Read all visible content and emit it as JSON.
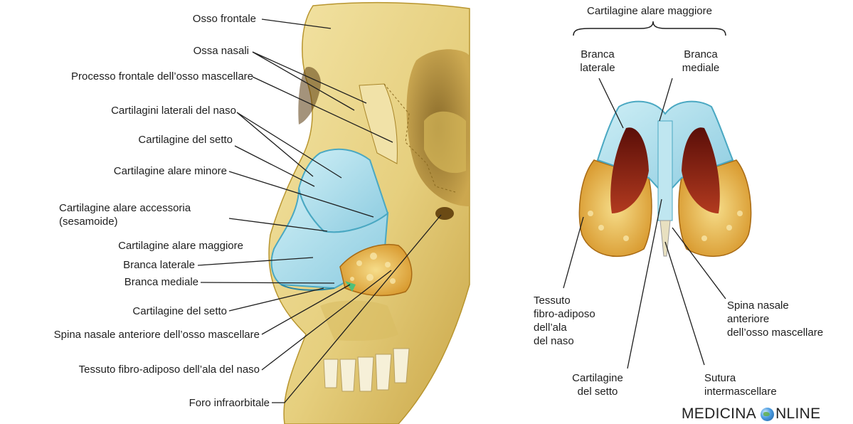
{
  "left_labels": {
    "osso_frontale": "Osso frontale",
    "ossa_nasali": "Ossa nasali",
    "processo_frontale": "Processo frontale dell’osso mascellare",
    "cartilagini_laterali": "Cartilagini laterali del naso",
    "cartilagine_setto_1": "Cartilagine del setto",
    "cartilagine_alare_minore": "Cartilagine alare minore",
    "cartilagine_alare_accessoria": "Cartilagine alare accessoria",
    "sesamoide": "(sesamoide)",
    "cartilagine_alare_maggiore": "Cartilagine alare maggiore",
    "branca_laterale": "Branca laterale",
    "branca_mediale": "Branca mediale",
    "cartilagine_setto_2": "Cartilagine del setto",
    "spina_nasale": "Spina nasale anteriore dell’osso mascellare",
    "tessuto_fibro": "Tessuto fibro-adiposo dell’ala del naso",
    "foro_infraorbitale": "Foro infraorbitale"
  },
  "right_labels": {
    "title": "Cartilagine alare maggiore",
    "branca_laterale": "Branca\nlaterale",
    "branca_mediale": "Branca\nmediale",
    "tessuto": "Tessuto\nfibro-adiposo\ndell’ala\ndel naso",
    "spina": "Spina nasale\nanteriore\ndell’osso mascellare",
    "cartilagine_setto": "Cartilagine\ndel setto",
    "sutura": "Sutura\nintermascellare"
  },
  "watermark": {
    "part1": "MEDICINA",
    "part2": "NLINE",
    "icon": "globe-icon"
  },
  "colors": {
    "bone": "#e9d48c",
    "bone_shadow": "#b8952f",
    "cartilage": "#a9dbe8",
    "cartilage_edge": "#4aa8c2",
    "fat": "#e8b43a",
    "cavity": "#8a1c12",
    "leader": "#1e1e1e"
  }
}
